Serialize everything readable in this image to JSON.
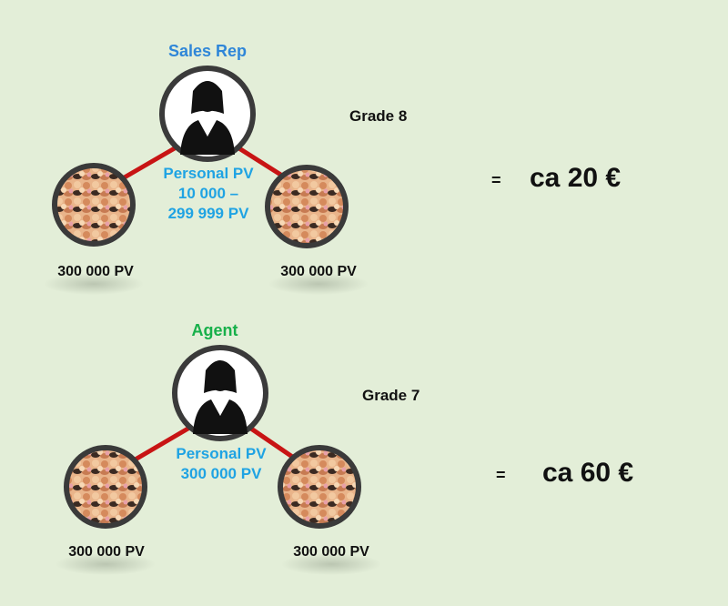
{
  "colors": {
    "background": "#e3eed8",
    "connector": "#c81414",
    "node_border": "#3a3a3a",
    "sales_rep_title": "#2f86d8",
    "agent_title": "#17b04a",
    "personal_pv_text": "#1fa3e3"
  },
  "icons": {
    "person": "person-silhouette-icon",
    "group": "crowd-group-icon"
  },
  "tiers": [
    {
      "title": "Sales Rep",
      "grade": "Grade 8",
      "personal_pv": [
        "Personal PV",
        "10 000 –",
        "299 999 PV"
      ],
      "left_leg": "300 000 PV",
      "right_leg": "300 000 PV",
      "equals": "=",
      "amount": "ca 20 €"
    },
    {
      "title": "Agent",
      "grade": "Grade 7",
      "personal_pv": [
        "Personal PV",
        "300 000 PV"
      ],
      "left_leg": "300 000 PV",
      "right_leg": "300 000 PV",
      "equals": "=",
      "amount": "ca 60 €"
    }
  ]
}
